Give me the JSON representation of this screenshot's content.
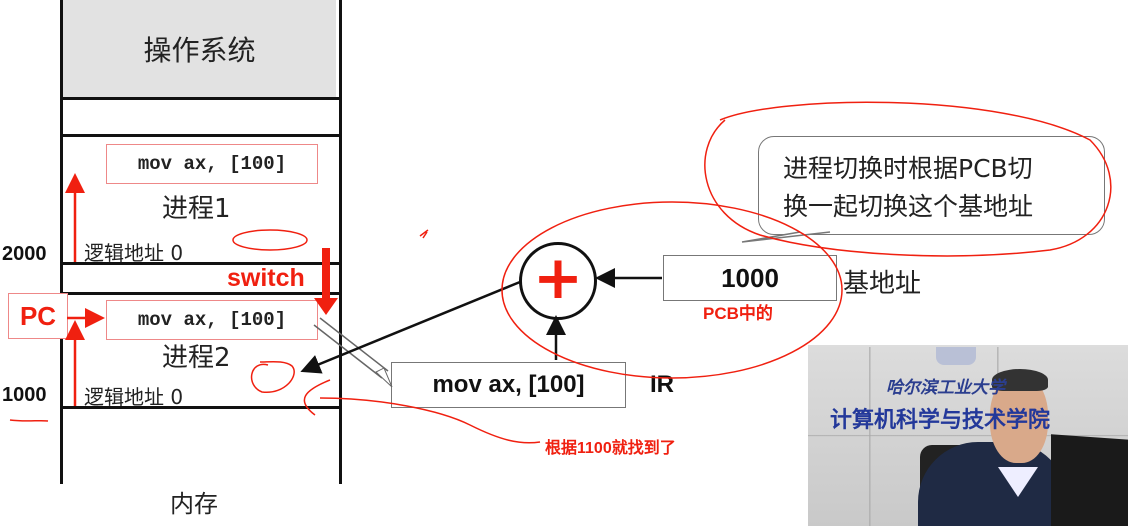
{
  "memory": {
    "os_label": "操作系统",
    "caption": "内存",
    "process1": {
      "instruction": "mov ax, [100]",
      "name": "进程1",
      "logical_address": "逻辑地址 0",
      "base": "2000"
    },
    "process2": {
      "instruction": "mov ax, [100]",
      "name": "进程2",
      "logical_address": "逻辑地址 0",
      "base": "1000"
    },
    "switch_label": "switch",
    "pc_label": "PC"
  },
  "cpu": {
    "adder_symbol": "+",
    "base_register_value": "1000",
    "base_register_label": "基地址",
    "base_note": "PCB中的",
    "ir_value": "mov ax, [100]",
    "ir_label": "IR"
  },
  "callout": {
    "text_line1": "进程切换时根据PCB切",
    "text_line2": "换一起切换这个基地址"
  },
  "annotation": {
    "note": "根据1100就找到了"
  },
  "video": {
    "sign_line1": "哈尔滨工业大学",
    "sign_line2": "计算机科学与技术学院"
  },
  "colors": {
    "accent_red": "#f02010",
    "os_gray": "#e2e2e2"
  }
}
